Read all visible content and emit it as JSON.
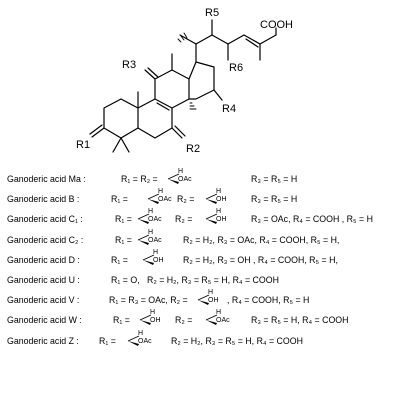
{
  "structure": {
    "r_labels": [
      "R3",
      "R1",
      "R2",
      "R4",
      "R5",
      "R6"
    ],
    "cooh": "COOH"
  },
  "list": {
    "rows": [
      {
        "name": "Ganoderic acid Ma :",
        "a": "R₁ = R₂ =",
        "w1": {
          "h": "H",
          "g": "OAc"
        },
        "b": "",
        "w2": null,
        "c": "R₃ = R₅ = H"
      },
      {
        "name": "Ganoderic acid B :",
        "a": "R₁ =",
        "w1": {
          "h": "H",
          "g": "OAc"
        },
        "b": "R₂ =",
        "w2": {
          "h": "H",
          "g": "OH"
        },
        "c": "R₃ = R₅ = H"
      },
      {
        "name": "Ganoderic acid C₁ :",
        "a": "R₁ =",
        "w1": {
          "h": "H",
          "g": "OAc"
        },
        "b": "R₂ =",
        "w2": {
          "h": "H",
          "g": "OH"
        },
        "c": "R₃ = OAc, R₄ = COOH , R₅ = H"
      },
      {
        "name": "Ganoderic acid C₂ :",
        "a": "R₁ =",
        "w1": {
          "h": "H",
          "g": "OAc"
        },
        "b": "",
        "w2": null,
        "c": "R₂ = H₂, R₃ = OAc, R₄ = COOH, R₅ = H,"
      },
      {
        "name": "Ganoderic acid D :",
        "a": "R₁ =",
        "w1": {
          "h": "H",
          "g": "OH"
        },
        "b": "",
        "w2": null,
        "c": "R₂ = H₂, R₃ = OH , R₄ = COOH, R₅ = H,"
      },
      {
        "name": "Ganoderic acid U :",
        "a": "R₁ = O,",
        "w1": null,
        "b": "",
        "w2": null,
        "c": "R₂ = H₂, R₃ = R₅ = H, R₄ = COOH"
      },
      {
        "name": "Ganoderic acid V :",
        "a": "R₁ = R₃ = OAc, R₂ =",
        "w1": {
          "h": "H",
          "g": "OH"
        },
        "b": "",
        "w2": null,
        "c": ", R₄ = COOH, R₅ = H"
      },
      {
        "name": "Ganoderic acid W :",
        "a": "R₁ =",
        "w1": {
          "h": "H",
          "g": "OH"
        },
        "b": "R₂ =",
        "w2": {
          "h": "H",
          "g": "OAc"
        },
        "c": "R₃ = R₅ = H, R₄ = COOH"
      },
      {
        "name": "Ganoderic acid Z :",
        "a": "R₁ =",
        "w1": {
          "h": "H",
          "g": "OAc"
        },
        "b": "",
        "w2": null,
        "c": "R₂ = H₂, R₃ = R₅ = H, R₄ = COOH"
      }
    ]
  }
}
